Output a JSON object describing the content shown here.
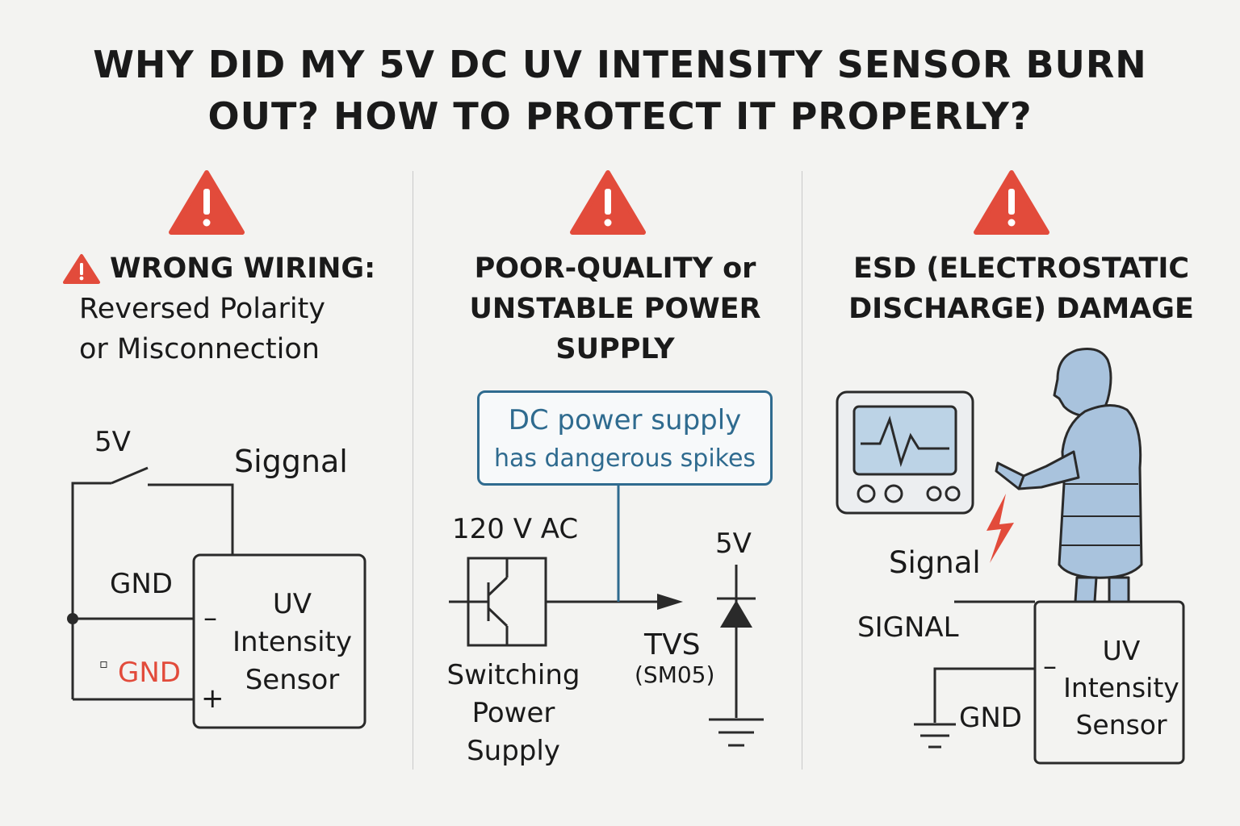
{
  "title": {
    "line1": "WHY DID MY 5V DC UV INTENSITY SENSOR BURN",
    "line2": "OUT? HOW TO PROTECT IT PROPERLY?"
  },
  "colors": {
    "warning": "#e24b3b",
    "accent": "#2f6b8f",
    "jacket": "#a9c3dd"
  },
  "panel1": {
    "heading": "WRONG WIRING:",
    "line2": "Reversed Polarity",
    "line3": "or Misconnection",
    "label_5v": "5V",
    "label_signal": "Siggnal",
    "label_gnd": "GND",
    "label_gnd_red": "GND",
    "marker_small": "▫",
    "minus": "–",
    "plus": "+",
    "sensor": [
      "UV",
      "Intensity",
      "Sensor"
    ]
  },
  "panel2": {
    "title": [
      "POOR-QUALITY or",
      "UNSTABLE POWER",
      "SUPPLY"
    ],
    "callout": [
      "DC power supply",
      "has dangerous spikes"
    ],
    "label_ac": "120 V AC",
    "label_5v": "5V",
    "label_tvs": "TVS",
    "label_part": "(SM05)",
    "psu": [
      "Switching",
      "Power",
      "Supply"
    ]
  },
  "panel3": {
    "title": [
      "ESD (ELECTROSTATIC",
      "DISCHARGE) DAMAGE"
    ],
    "label_signal": "Signal",
    "label_signal_caps": "SIGNAL",
    "label_gnd": "GND",
    "minus": "–",
    "sensor": [
      "UV",
      "Intensity",
      "Sensor"
    ]
  }
}
